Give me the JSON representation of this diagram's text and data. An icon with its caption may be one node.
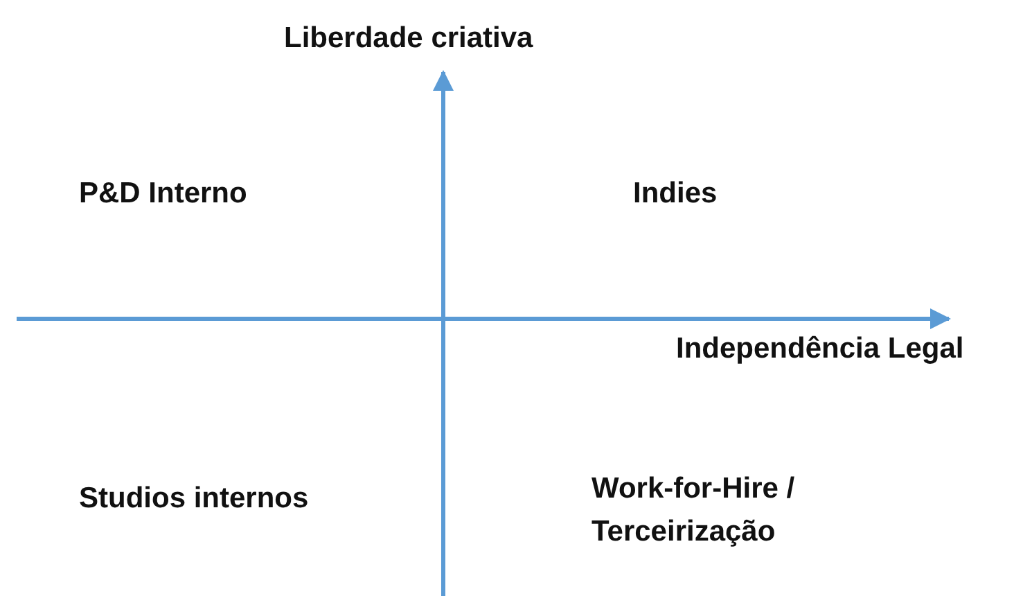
{
  "diagram": {
    "labels": [
      "Liberdade criativa",
      "P&D Interno",
      "Indies",
      "Independência Legal",
      "Studios internos",
      "Work-for-Hire / Terceirização"
    ]
  }
}
